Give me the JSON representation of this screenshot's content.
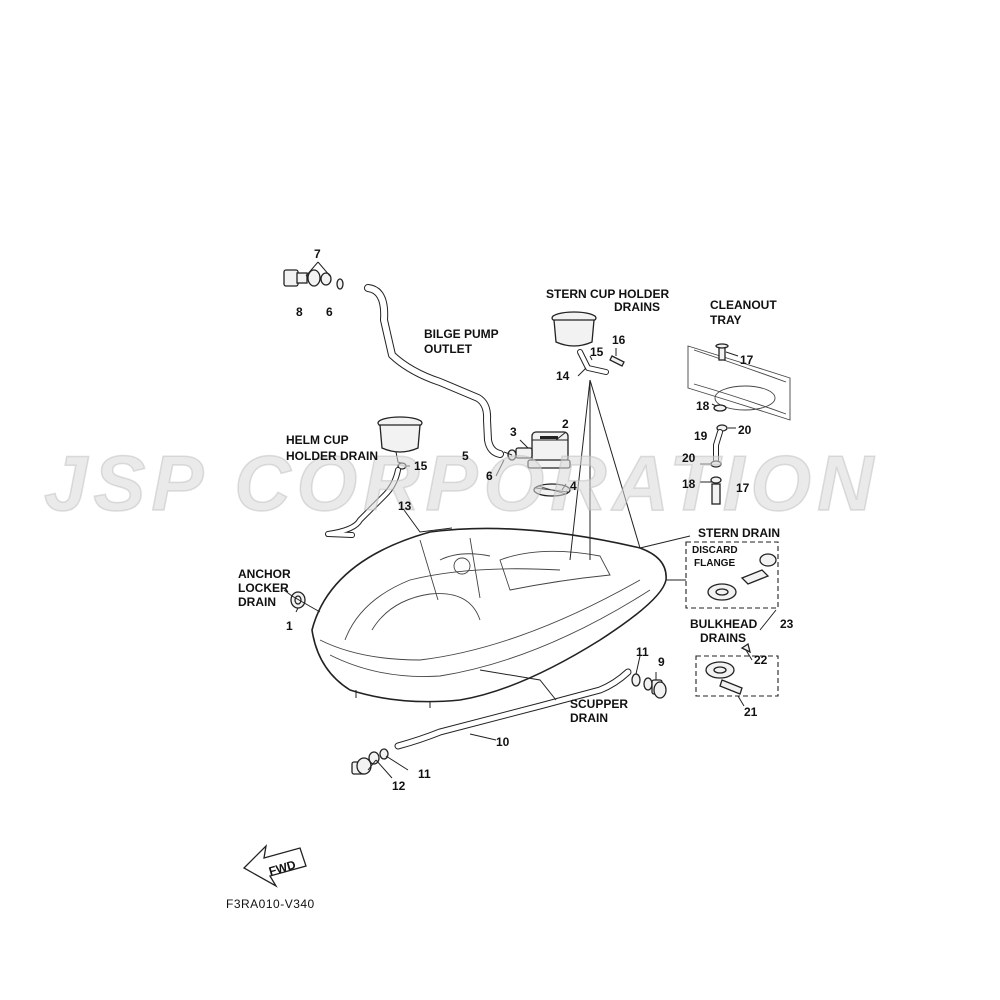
{
  "watermark": "JSP CORPORATION",
  "diagram_code": "F3RA010-V340",
  "fwd_label": "FWD",
  "callouts": {
    "bilge_pump_outlet": [
      "BILGE PUMP",
      "OUTLET"
    ],
    "helm_cup_holder_drain": [
      "HELM CUP",
      "HOLDER DRAIN"
    ],
    "stern_cup_holder_drains": [
      "STERN CUP HOLDER",
      "DRAINS"
    ],
    "cleanout_tray": [
      "CLEANOUT",
      "TRAY"
    ],
    "anchor_locker_drain": [
      "ANCHOR",
      "LOCKER",
      "DRAIN"
    ],
    "stern_drain": [
      "STERN DRAIN"
    ],
    "discard_flange": [
      "DISCARD",
      "FLANGE"
    ],
    "bulkhead_drains": [
      "BULKHEAD",
      "DRAINS"
    ],
    "scupper_drain": [
      "SCUPPER",
      "DRAIN"
    ]
  },
  "part_numbers": {
    "n1": "1",
    "n2": "2",
    "n3": "3",
    "n4": "4",
    "n5": "5",
    "n6a": "6",
    "n6b": "6",
    "n7": "7",
    "n8": "8",
    "n9": "9",
    "n10": "10",
    "n11a": "11",
    "n11b": "11",
    "n12": "12",
    "n13": "13",
    "n14": "14",
    "n15a": "15",
    "n15b": "15",
    "n16": "16",
    "n17a": "17",
    "n17b": "17",
    "n18a": "18",
    "n18b": "18",
    "n19": "19",
    "n20a": "20",
    "n20b": "20",
    "n21": "21",
    "n22": "22",
    "n23": "23"
  }
}
